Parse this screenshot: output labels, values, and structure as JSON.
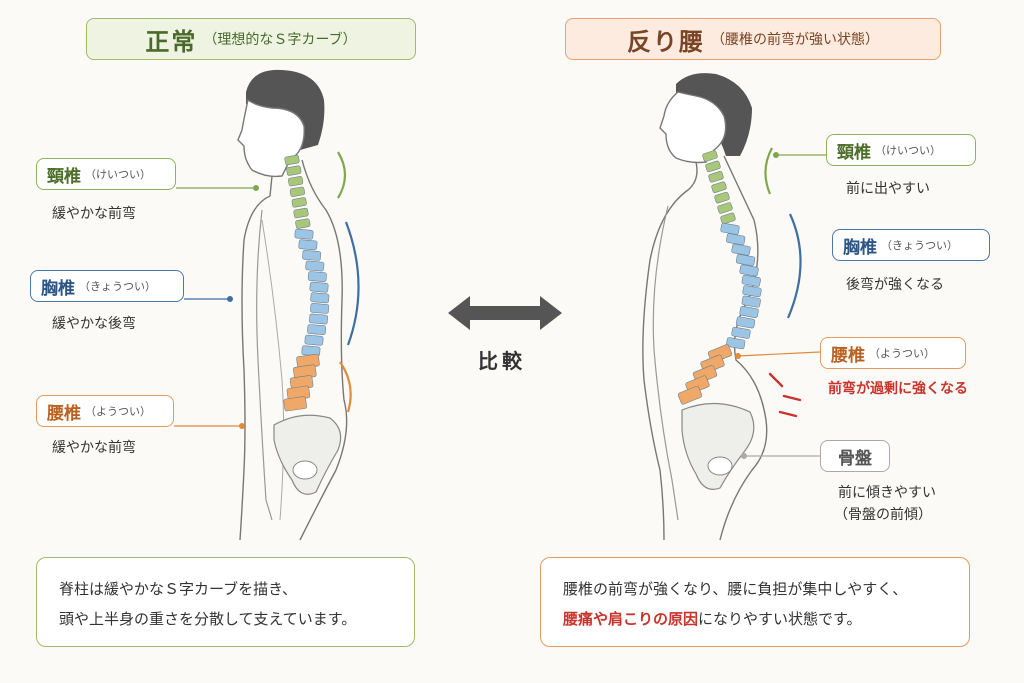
{
  "left": {
    "title": "正常",
    "subtitle": "（理想的なＳ字カーブ）",
    "cervical": {
      "name": "頸椎",
      "reading": "（けいつい）",
      "desc": "緩やかな前弯"
    },
    "thoracic": {
      "name": "胸椎",
      "reading": "（きょうつい）",
      "desc": "緩やかな後弯"
    },
    "lumbar": {
      "name": "腰椎",
      "reading": "（ようつい）",
      "desc": "緩やかな前弯"
    },
    "summary_line1": "脊柱は緩やかなＳ字カーブを描き、",
    "summary_line2": "頭や上半身の重さを分散して支えています。"
  },
  "right": {
    "title": "反り腰",
    "subtitle": "（腰椎の前弯が強い状態）",
    "cervical": {
      "name": "頸椎",
      "reading": "（けいつい）",
      "desc": "前に出やすい"
    },
    "thoracic": {
      "name": "胸椎",
      "reading": "（きょうつい）",
      "desc": "後弯が強くなる"
    },
    "lumbar": {
      "name": "腰椎",
      "reading": "（ようつい）",
      "desc": "前弯が過剰に強くなる"
    },
    "pelvis": {
      "name": "骨盤",
      "desc1": "前に傾きやすい",
      "desc2": "（骨盤の前傾）"
    },
    "summary_line1": "腰椎の前弯が強くなり、腰に負担が集中しやすく、",
    "summary_highlight": "腰痛や肩こりの原因",
    "summary_line2_rest": "になりやすい状態です。"
  },
  "compare_label": "比較",
  "colors": {
    "cervical": "#a9c77a",
    "thoracic": "#9cc4e4",
    "lumbar": "#f0a868",
    "green_line": "#7fa84e",
    "blue_line": "#3f6fa0",
    "orange_line": "#e08a3c",
    "red": "#c8342b",
    "arrow": "#555555"
  },
  "icons": [
    "double-arrow-icon",
    "emphasis-lines-icon"
  ]
}
